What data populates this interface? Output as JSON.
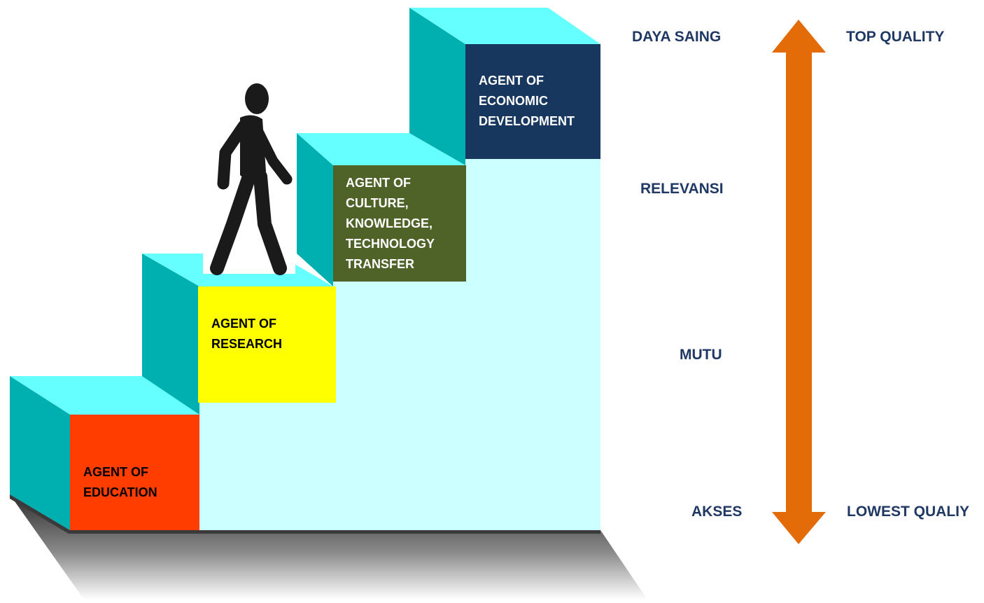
{
  "steps": [
    {
      "label": "AGENT OF\nEDUCATION",
      "color": "#ff3d00",
      "text_color": "#000000"
    },
    {
      "label": "AGENT OF\nRESEARCH",
      "color": "#ffff00",
      "text_color": "#000000"
    },
    {
      "label": "AGENT OF\nCULTURE,\nKNOWLEDGE,\nTECHNOLOGY\nTRANSFER",
      "color": "#4f6228",
      "text_color": "#ffffff"
    },
    {
      "label": "AGENT OF\nECONOMIC\nDEVELOPMENT",
      "color": "#17375e",
      "text_color": "#ffffff"
    }
  ],
  "levels": [
    "AKSES",
    "MUTU",
    "RELEVANSI",
    "DAYA SAING"
  ],
  "quality": {
    "top": "TOP QUALITY",
    "bottom": "LOWEST QUALIY"
  },
  "colors": {
    "stair_front": "#ccffff",
    "stair_top": "#66ffff",
    "stair_side": "#00b0b0",
    "arrow": "#e36c09",
    "figure": "#1a1a1a",
    "text": "#1f3864"
  }
}
